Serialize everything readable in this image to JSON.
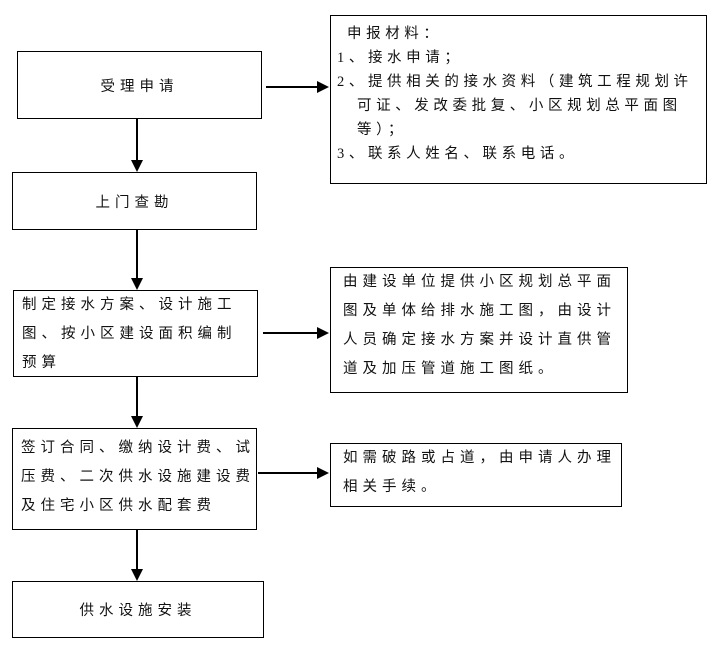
{
  "flowchart": {
    "steps": [
      {
        "label": "受理申请"
      },
      {
        "label": "上门查勘"
      },
      {
        "label": "制定接水方案、设计施工\n图、按小区建设面积编制\n预算"
      },
      {
        "label": "签订合同、缴纳设计费、试\n压费、二次供水设施建设费\n及住宅小区供水配套费"
      },
      {
        "label": "供水设施安装"
      }
    ],
    "notes": [
      {
        "lines": [
          "申报材料：",
          "1、接水申请；",
          "2、提供相关的接水资料（建筑工程规划许",
          "可证、发改委批复、小区规划总平面图",
          "等）；",
          "3、联系人姓名、联系电话。"
        ]
      },
      {
        "label": "由建设单位提供小区规划总平面\n图及单体给排水施工图，由设计\n人员确定接水方案并设计直供管\n道及加压管道施工图纸。"
      },
      {
        "label": "如需破路或占道，由申请人办理\n相关手续。"
      }
    ],
    "colors": {
      "line": "#000000",
      "text": "#111111",
      "background": "#ffffff"
    }
  }
}
